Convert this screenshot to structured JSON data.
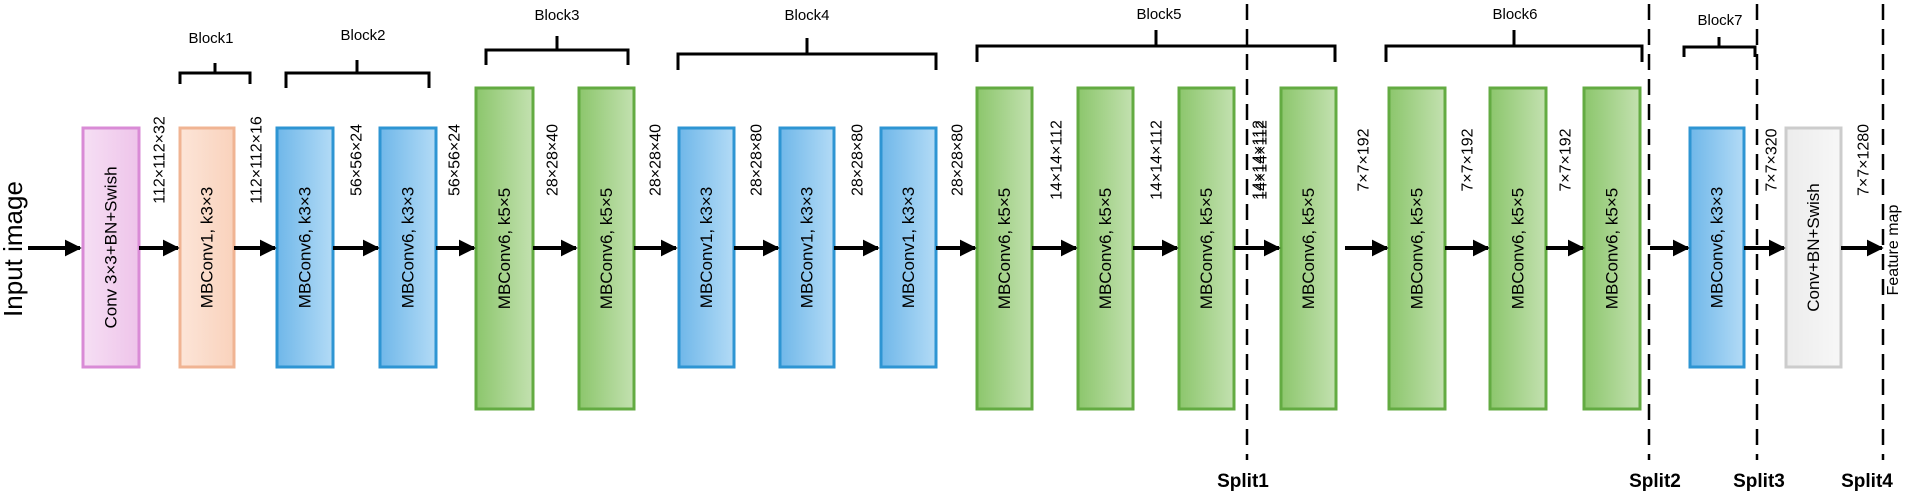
{
  "input_label": "Input image",
  "feature_label": "Feature map",
  "colors": {
    "pink_fill": "#f3d3ef",
    "pink_stroke": "#d98bd6",
    "peach_fill": "#fbdccb",
    "peach_stroke": "#f0b493",
    "blue_fill": "#8dc8ef",
    "blue_stroke": "#2e95d3",
    "green_fill": "#a9d38f",
    "green_stroke": "#63ab42",
    "grey_fill": "#f1f1f1",
    "grey_stroke": "#cccccc"
  },
  "layers": [
    {
      "label": "Conv 3×3+BN+Swish",
      "color": "pink"
    },
    {
      "label": "MBConv1, k3×3",
      "color": "peach"
    },
    {
      "label": "MBConv6, k3×3",
      "color": "blue"
    },
    {
      "label": "MBConv6, k3×3",
      "color": "blue"
    },
    {
      "label": "MBConv6, k5×5",
      "color": "green"
    },
    {
      "label": "MBConv6, k5×5",
      "color": "green"
    },
    {
      "label": "MBConv1, k3×3",
      "color": "blue"
    },
    {
      "label": "MBConv1, k3×3",
      "color": "blue"
    },
    {
      "label": "MBConv1, k3×3",
      "color": "blue"
    },
    {
      "label": "MBConv6, k5×5",
      "color": "green"
    },
    {
      "label": "MBConv6, k5×5",
      "color": "green"
    },
    {
      "label": "MBConv6, k5×5",
      "color": "green"
    },
    {
      "label": "MBConv6, k5×5",
      "color": "green"
    },
    {
      "label": "MBConv6, k5×5",
      "color": "green"
    },
    {
      "label": "MBConv6, k5×5",
      "color": "green"
    },
    {
      "label": "MBConv6, k5×5",
      "color": "green"
    },
    {
      "label": "MBConv6, k3×3",
      "color": "blue"
    },
    {
      "label": "Conv+BN+Swish",
      "color": "grey"
    }
  ],
  "dims": [
    "112×112×32",
    "112×112×16",
    "56×56×24",
    "56×56×24",
    "28×28×40",
    "28×28×40",
    "28×28×80",
    "28×28×80",
    "28×28×80",
    "14×14×112",
    "14×14×112",
    "14×14×112",
    "14×14×112",
    "7×7×192",
    "7×7×192",
    "7×7×192",
    "7×7×320",
    "7×7×1280"
  ],
  "blocks": [
    "Block1",
    "Block2",
    "Block3",
    "Block4",
    "Block5",
    "Block6",
    "Block7"
  ],
  "splits": [
    "Split1",
    "Split2",
    "Split3",
    "Split4"
  ]
}
